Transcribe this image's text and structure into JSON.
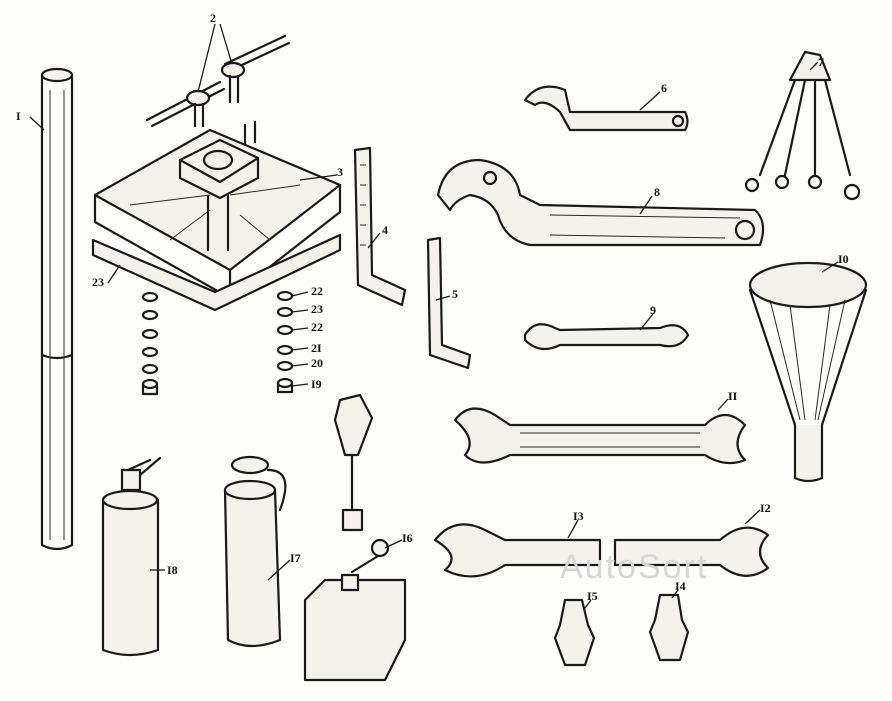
{
  "labels": {
    "l1": "I",
    "l2": "2",
    "l3": "3",
    "l4": "4",
    "l5": "5",
    "l6": "6",
    "l7": "7",
    "l8": "8",
    "l9": "9",
    "l10": "I0",
    "l11": "II",
    "l12": "I2",
    "l13": "I3",
    "l14": "I4",
    "l15": "I5",
    "l16": "I6",
    "l17": "I7",
    "l18": "I8",
    "l19": "I9",
    "l20": "20",
    "l21": "2I",
    "l22a": "22",
    "l22b": "22",
    "l23a": "23",
    "l23b": "23"
  },
  "watermark": "AutoSort"
}
